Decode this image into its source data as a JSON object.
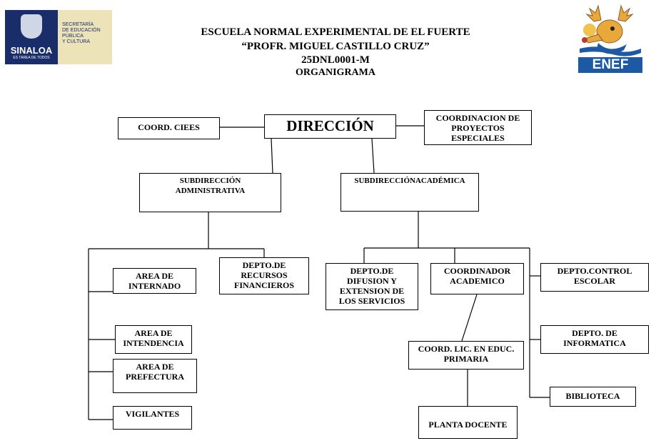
{
  "header": {
    "line1": "ESCUELA NORMAL EXPERIMENTAL DE EL FUERTE",
    "line2": "“PROFR. MIGUEL CASTILLO CRUZ”",
    "line3": "25DNL0001-M",
    "line4": "ORGANIGRAMA"
  },
  "logos": {
    "left": {
      "word": "SINALOA",
      "tagline": "ES TAREA DE TODOS",
      "secretaria": "SECRETARÍA\nDE EDUCACIÓN\nPÚBLICA\nY CULTURA",
      "colors": {
        "blue": "#1a2d6b",
        "cream": "#ede3b8"
      }
    },
    "right": {
      "word": "ENEF",
      "colors": {
        "blue": "#1e5aa3",
        "orange": "#e8a93a",
        "brown": "#8b5a2b"
      }
    }
  },
  "nodes": {
    "direccion": "DIRECCIÓN",
    "coord_ciees": "COORD. CIEES",
    "coord_proyectos": "COORDINACION DE\nPROYECTOS\nESPECIALES",
    "sub_admin": "SUBDIRECCIÓN\nADMINISTRATIVA",
    "sub_acad": "SUBDIRECCIÓNACADÉMICA",
    "depto_recursos": "DEPTO.DE\nRECURSOS\nFINANCIEROS",
    "area_internado": "AREA DE\nINTERNADO",
    "area_intendencia": "AREA DE\nINTENDENCIA",
    "area_prefectura": "AREA DE\nPREFECTURA",
    "vigilantes": "VIGILANTES",
    "depto_difusion": "DEPTO.DE\nDIFUSION Y\nEXTENSION DE\nLOS SERVICIOS",
    "coordinador_academico": "COORDINADOR\nACADEMICO",
    "depto_control": "DEPTO.CONTROL\nESCOLAR",
    "depto_informatica": "DEPTO. DE\nINFORMATICA",
    "coord_lic": "COORD. LIC. EN EDUC.\nPRIMARIA",
    "biblioteca": "BIBLIOTECA",
    "planta_docente": "PLANTA DOCENTE"
  }
}
